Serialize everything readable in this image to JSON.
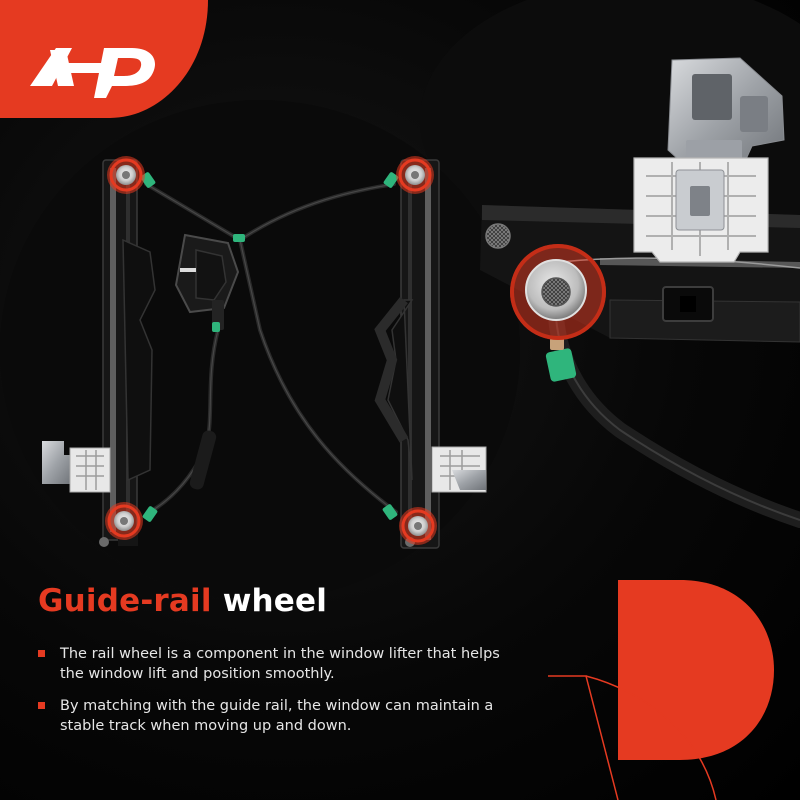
{
  "brand": {
    "logo_text": "A-P",
    "accent_color": "#e53a21",
    "logo_color": "#ffffff"
  },
  "headline": {
    "accent": "Guide-rail",
    "rest": "wheel"
  },
  "bullets": [
    {
      "icon": "red-square-bullet-icon",
      "text": "The rail wheel is a component in the window lifter that helps the window lift and position smoothly."
    },
    {
      "icon": "red-square-bullet-icon",
      "text": "By matching with the guide rail, the window can maintain a stable track when moving up and down."
    }
  ],
  "images": {
    "main": "window-regulator-assembly",
    "detail": "guide-rail-wheel-closeup"
  },
  "colors": {
    "background": "#000000",
    "text": "#e6e6e6",
    "connector": "#2fb57c",
    "metal": "#b9bcc1"
  }
}
